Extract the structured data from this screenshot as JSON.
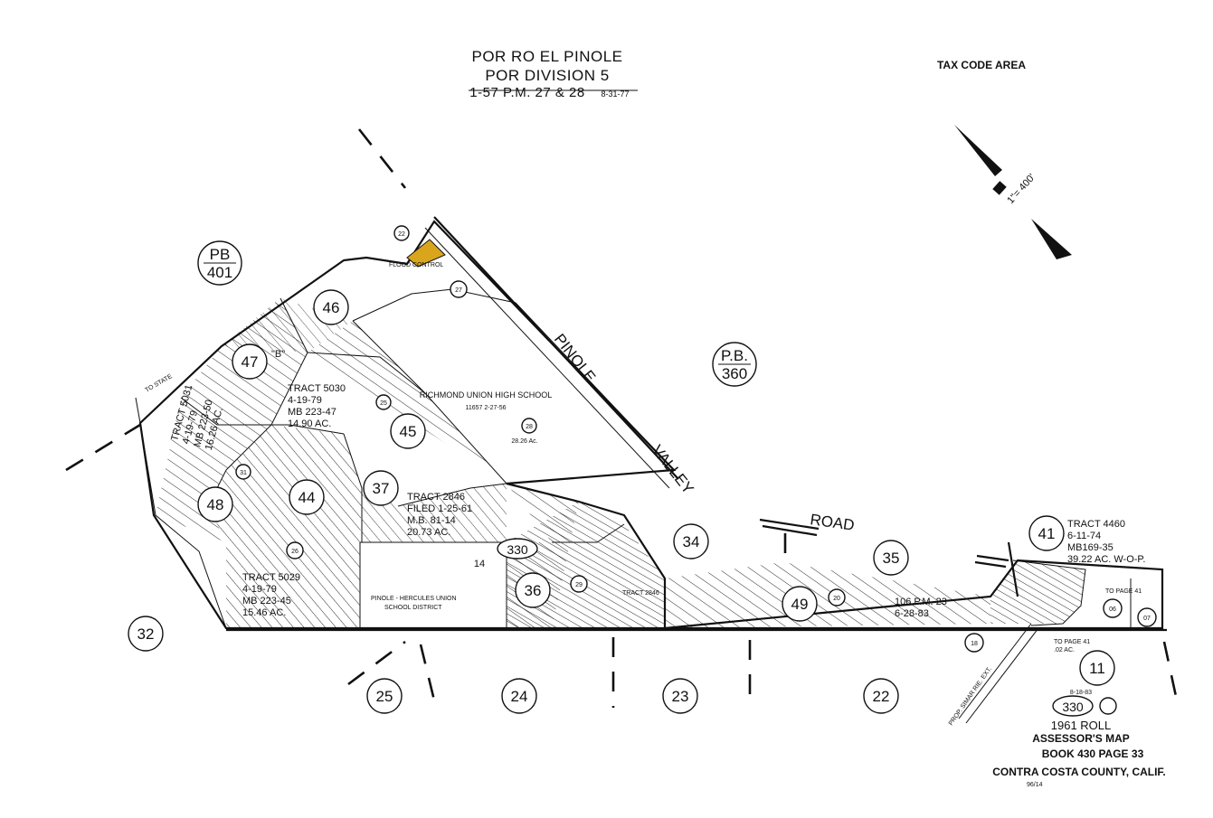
{
  "header": {
    "line1": "POR RO EL PINOLE",
    "line2": "POR DIVISION 5",
    "line3": "1-57 P.M. 27 & 28",
    "line3_date": "8-31-77",
    "tax_code": "TAX CODE AREA"
  },
  "scale": "1\"= 400'",
  "book_refs": [
    {
      "prefix": "PB",
      "value": "401"
    },
    {
      "prefix": "P.B.",
      "value": "360"
    }
  ],
  "parcels": [
    "46",
    "47",
    "48",
    "44",
    "45",
    "37",
    "34",
    "35",
    "41",
    "36",
    "49",
    "11",
    "32",
    "25",
    "24",
    "23",
    "22"
  ],
  "sub_parcels": [
    "22",
    "27",
    "28",
    "25",
    "31",
    "26",
    "14",
    "29",
    "20",
    "06",
    "07",
    "18"
  ],
  "road": {
    "pinole": "PINOLE",
    "valley": "VALLEY",
    "road": "ROAD"
  },
  "labels": {
    "school": "RICHMOND UNION HIGH SCHOOL",
    "school_ref": "11657  2-27-56",
    "school_area": "28.26 Ac.",
    "tract5030": [
      "TRACT 5030",
      "4-19-79",
      "MB 223-47",
      "14.90 AC."
    ],
    "tract5031": [
      "TRACT 5031",
      "4-19-79",
      "MB 223-50",
      "16.26 AC."
    ],
    "tract2846": [
      "TRACT 2846",
      "FILED 1-25-61",
      "M.B. 81-14",
      "20.73 AC."
    ],
    "tract5029": [
      "TRACT 5029",
      "4-19-79",
      "MB 223-45",
      "15.46 AC."
    ],
    "tract4460": [
      "TRACT 4460",
      "6-11-74",
      "MB169-35",
      "39.22 AC. W-O-P."
    ],
    "pm106": [
      "106 P.M. 23",
      "6-28-83"
    ],
    "pinole_school": [
      "PINOLE - HERCULES UNION",
      "SCHOOL DISTRICT"
    ],
    "b": "\"B\"",
    "to_state": "TO STATE",
    "tract2846_small": "TRACT 2846",
    "to_page41_a": "TO PAGE 41",
    "to_page41_b": "TO PAGE 41",
    "page41_area": ".02 AC.",
    "prop_road": "PROP. SIMAR RIE. EXT.",
    "flood": "FLOOD CONTROL"
  },
  "footer": {
    "date": "8-18-83",
    "area": "330",
    "roll": "1961 ROLL",
    "map": "ASSESSOR'S MAP",
    "book": "BOOK 430 PAGE 33",
    "county": "CONTRA COSTA COUNTY, CALIF.",
    "ref": "96/14"
  },
  "tax_area_mid": "330",
  "colors": {
    "ink": "#111111",
    "highlight": "#d9a51c",
    "paper": "#ffffff"
  }
}
